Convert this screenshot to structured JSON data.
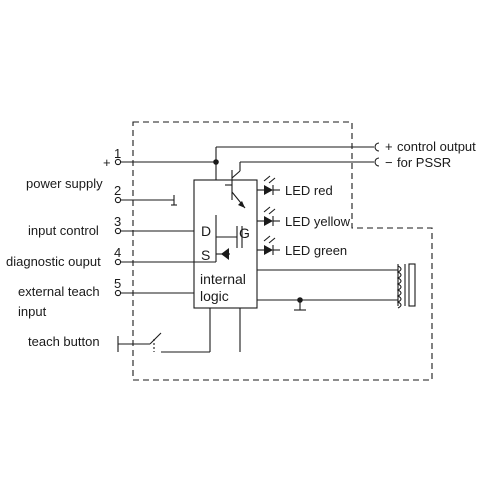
{
  "pins": [
    {
      "number": "1",
      "label": "",
      "sign": "+"
    },
    {
      "number": "2",
      "label": "power supply"
    },
    {
      "number": "3",
      "label": "input control"
    },
    {
      "number": "4",
      "label": "diagnostic ouput"
    },
    {
      "number": "5",
      "label": "external teach",
      "label2": "input"
    }
  ],
  "teach_button": {
    "label": "teach button"
  },
  "outputs": [
    {
      "prefix": "+",
      "label": "control output"
    },
    {
      "prefix": "−",
      "label": "for PSSR"
    }
  ],
  "leds": [
    {
      "label": "LED red"
    },
    {
      "label": "LED yellow"
    },
    {
      "label": "LED green"
    }
  ],
  "block": {
    "d_label": "D",
    "s_label": "S",
    "g_label": "G",
    "line1": "internal",
    "line2": "logic"
  },
  "icons": [
    "led-icon",
    "transistor-icon",
    "mosfet-icon",
    "ground-icon",
    "coil-icon",
    "switch-icon"
  ]
}
